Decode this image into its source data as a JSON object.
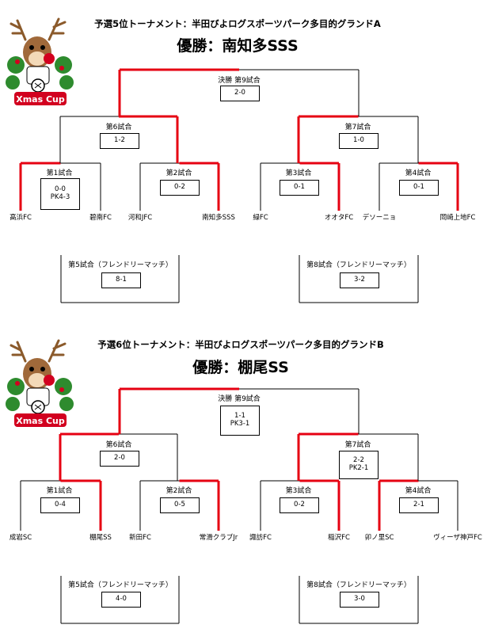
{
  "tournaments": [
    {
      "heading": "予選5位トーナメント：半田びよログスポーツパーク多目的グランドA",
      "winner": "優勝：南知多SSS",
      "logo_text": "Xmas Cup",
      "teams": [
        "高浜FC",
        "碧南FC",
        "河和JFC",
        "南知多SSS",
        "緑FC",
        "オオタFC",
        "デソーニョ",
        "岡崎上地FC"
      ],
      "matches": {
        "m1": {
          "label": "第1試合",
          "score": "0-0",
          "pk": "PK4-3"
        },
        "m2": {
          "label": "第2試合",
          "score": "0-2",
          "pk": ""
        },
        "m3": {
          "label": "第3試合",
          "score": "0-1",
          "pk": ""
        },
        "m4": {
          "label": "第4試合",
          "score": "0-1",
          "pk": ""
        },
        "m6": {
          "label": "第6試合",
          "score": "1-2",
          "pk": ""
        },
        "m7": {
          "label": "第7試合",
          "score": "1-0",
          "pk": ""
        },
        "final": {
          "label": "決勝 第9試合",
          "score": "2-0",
          "pk": ""
        },
        "f5": {
          "label": "第5試合（フレンドリーマッチ）",
          "score": "8-1",
          "pk": ""
        },
        "f8": {
          "label": "第8試合（フレンドリーマッチ）",
          "score": "3-2",
          "pk": ""
        }
      }
    },
    {
      "heading": "予選6位トーナメント：半田びよログスポーツパーク多目的グランドB",
      "winner": "優勝：棚尾SS",
      "logo_text": "Xmas Cup",
      "teams": [
        "成岩SC",
        "棚尾SS",
        "新田FC",
        "常滑クラブJr",
        "諏訪FC",
        "稲沢FC",
        "卯ノ里SC",
        "ヴィーザ神戸FC"
      ],
      "matches": {
        "m1": {
          "label": "第1試合",
          "score": "0-4",
          "pk": ""
        },
        "m2": {
          "label": "第2試合",
          "score": "0-5",
          "pk": ""
        },
        "m3": {
          "label": "第3試合",
          "score": "0-2",
          "pk": ""
        },
        "m4": {
          "label": "第4試合",
          "score": "2-1",
          "pk": ""
        },
        "m6": {
          "label": "第6試合",
          "score": "2-0",
          "pk": ""
        },
        "m7": {
          "label": "第7試合",
          "score": "2-2",
          "pk": "PK2-1"
        },
        "final": {
          "label": "決勝 第9試合",
          "score": "1-1",
          "pk": "PK3-1"
        },
        "f5": {
          "label": "第5試合（フレンドリーマッチ）",
          "score": "4-0",
          "pk": ""
        },
        "f8": {
          "label": "第8試合（フレンドリーマッチ）",
          "score": "3-0",
          "pk": ""
        }
      }
    }
  ],
  "colors": {
    "winner_line": "#e60012",
    "line": "#000000",
    "logo_red": "#d2001f",
    "logo_green": "#2e8b2e",
    "logo_brown": "#8b5a2b"
  },
  "tournament_0_highlights": {
    "m1": "left",
    "m2": "right",
    "m3": "right",
    "m4": "right",
    "m6": "right",
    "m7": "left",
    "final": "left"
  },
  "tournament_1_highlights": {
    "m1": "right",
    "m2": "right",
    "m3": "right",
    "m4": "left",
    "m6": "left",
    "m7": "left",
    "final": "left"
  }
}
